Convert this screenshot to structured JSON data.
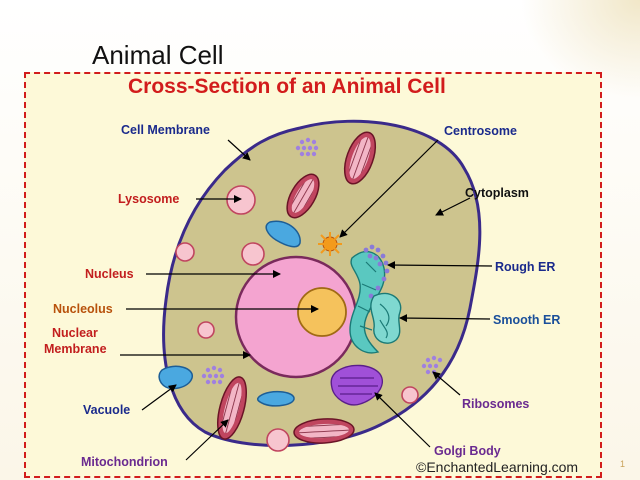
{
  "slide": {
    "title": "Animal Cell",
    "page_number": "1"
  },
  "diagram": {
    "title": "Cross-Section of an Animal Cell",
    "credit": "©EnchantedLearning.com",
    "labels": {
      "cell_membrane": "Cell Membrane",
      "centrosome": "Centrosome",
      "lysosome": "Lysosome",
      "cytoplasm": "Cytoplasm",
      "nucleus": "Nucleus",
      "rough_er": "Rough ER",
      "nucleolus": "Nucleolus",
      "nuclear_membrane_1": "Nuclear",
      "nuclear_membrane_2": "Membrane",
      "smooth_er": "Smooth ER",
      "ribosomes": "Ribosomes",
      "vacuole": "Vacuole",
      "golgi_body": "Golgi Body",
      "mitochondrion": "Mitochondrion"
    }
  },
  "colors": {
    "frame": "#d21c1c",
    "cytoplasm": "#cdc48e",
    "membrane": "#3a2a8a",
    "nucleus": "#f4a4d0",
    "nucleolus": "#f5c25c",
    "mitochondrion": "#c0455f",
    "vacuole": "#4aa8e0",
    "golgi": "#a050d8",
    "er": "#5ac8c0"
  }
}
